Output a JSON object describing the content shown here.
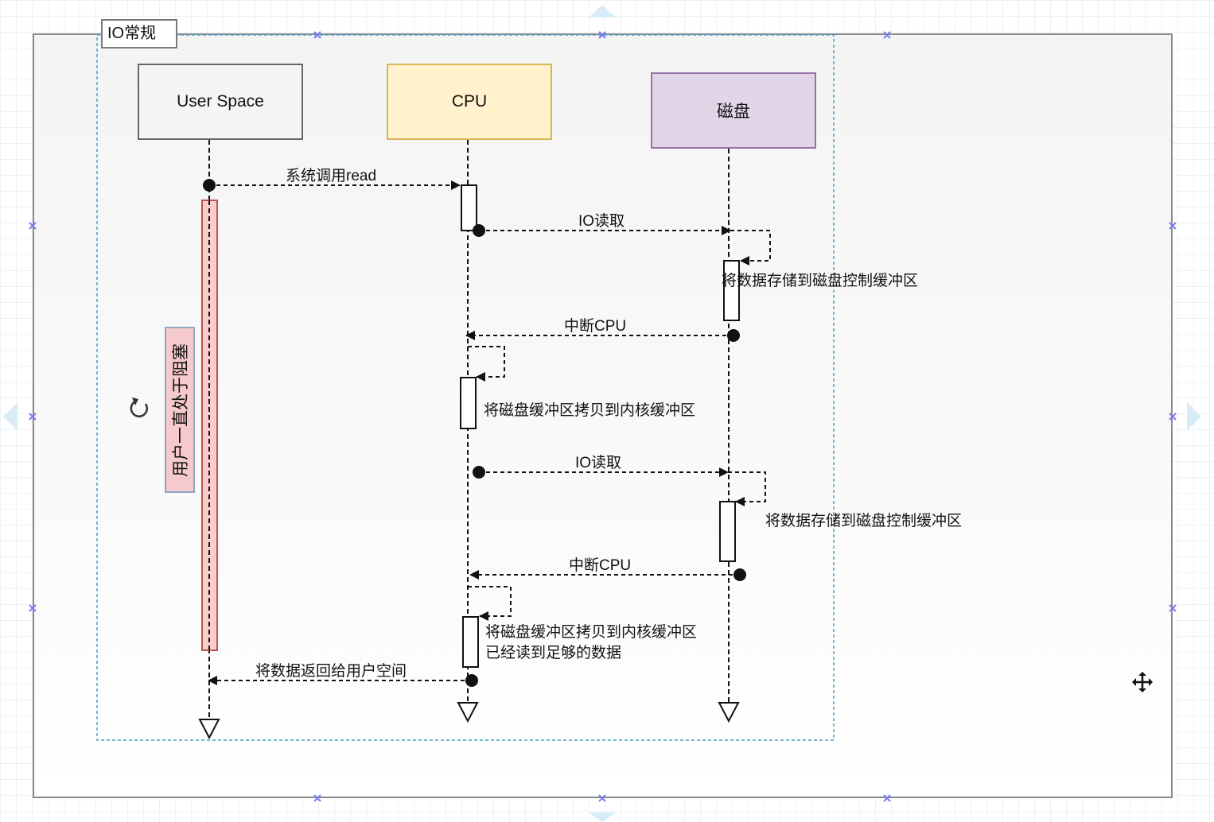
{
  "group": {
    "title": "IO常规"
  },
  "participants": [
    {
      "name": "User Space",
      "fill": "#f5f5f5",
      "stroke": "#666666"
    },
    {
      "name": "CPU",
      "fill": "#fff2cc",
      "stroke": "#d6b656"
    },
    {
      "name": "磁盘",
      "fill": "#e1d5e7",
      "stroke": "#9673a6"
    }
  ],
  "messages": [
    {
      "from": "User Space",
      "to": "CPU",
      "label": "系统调用read"
    },
    {
      "from": "CPU",
      "to": "磁盘",
      "label": "IO读取"
    },
    {
      "from": "磁盘",
      "to": "磁盘",
      "label": "将数据存储到磁盘控制缓冲区"
    },
    {
      "from": "磁盘",
      "to": "CPU",
      "label": "中断CPU"
    },
    {
      "from": "CPU",
      "to": "CPU",
      "label": "将磁盘缓冲区拷贝到内核缓冲区"
    },
    {
      "from": "CPU",
      "to": "磁盘",
      "label": "IO读取"
    },
    {
      "from": "磁盘",
      "to": "磁盘",
      "label": "将数据存储到磁盘控制缓冲区"
    },
    {
      "from": "磁盘",
      "to": "CPU",
      "label": "中断CPU"
    },
    {
      "from": "CPU",
      "to": "CPU",
      "label": "将磁盘缓冲区拷贝到内核缓冲区\n已经读到足够的数据"
    },
    {
      "from": "CPU",
      "to": "User Space",
      "label": "将数据返回给用户空间"
    }
  ],
  "notes": {
    "blocked": "用户一直处于阻塞",
    "blocked_fill": "#f8cecc"
  },
  "colors": {
    "selection": "#4a9fc9",
    "handle": "#7a7af0",
    "line": "#111111"
  },
  "icons": {
    "rotate": "rotate-handle-icon",
    "move": "move-icon"
  }
}
